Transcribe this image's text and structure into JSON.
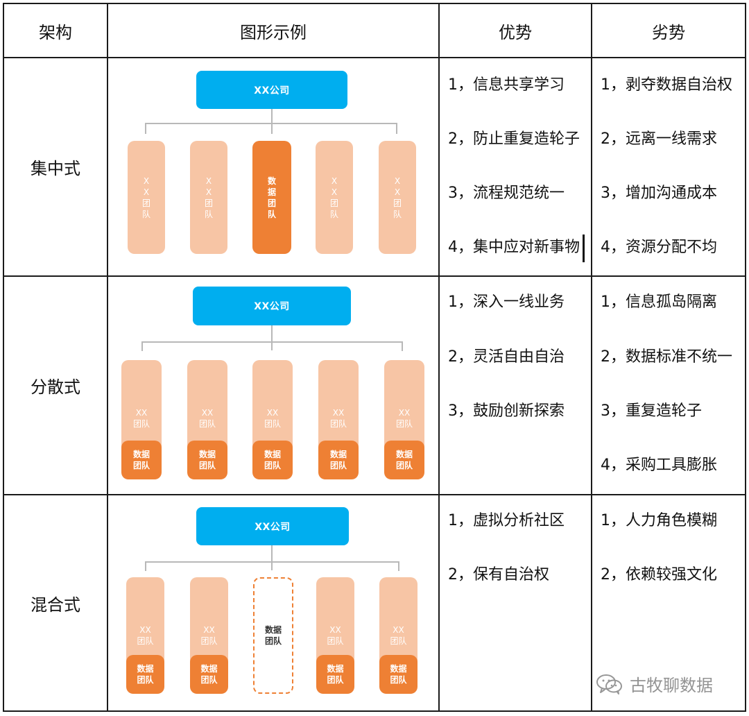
{
  "headers": {
    "arch": "架构",
    "example": "图形示例",
    "advantages": "优势",
    "disadvantages": "劣势"
  },
  "rows": [
    {
      "name": "集中式",
      "diagram": {
        "company": "XX公司",
        "teams": [
          {
            "label": "X\nX\n团\n队"
          },
          {
            "label": "X\nX\n团\n队"
          },
          {
            "label": "数\n据\n团\n队"
          },
          {
            "label": "X\nX\n团\n队"
          },
          {
            "label": "X\nX\n团\n队"
          }
        ]
      },
      "advantages": [
        "1，信息共享学习",
        "2，防止重复造轮子",
        "3，流程规范统一",
        "4，集中应对新事物"
      ],
      "disadvantages": [
        "1，剥夺数据自治权",
        "2，远离一线需求",
        "3，增加沟通成本",
        "4，资源分配不均"
      ]
    },
    {
      "name": "分散式",
      "diagram": {
        "company": "XX公司",
        "teams": [
          {
            "label": "XX\n团队",
            "sub_label": "数据\n团队"
          },
          {
            "label": "XX\n团队",
            "sub_label": "数据\n团队"
          },
          {
            "label": "XX\n团队",
            "sub_label": "数据\n团队"
          },
          {
            "label": "XX\n团队",
            "sub_label": "数据\n团队"
          },
          {
            "label": "XX\n团队",
            "sub_label": "数据\n团队"
          }
        ]
      },
      "advantages": [
        "1，深入一线业务",
        "2，灵活自由自治",
        "3，鼓励创新探索"
      ],
      "disadvantages": [
        "1，信息孤岛隔离",
        "2，数据标准不统一",
        "3，重复造轮子",
        "4，采购工具膨胀"
      ]
    },
    {
      "name": "混合式",
      "diagram": {
        "company": "XX公司",
        "teams": [
          {
            "label": "XX\n团队",
            "sub_label": "数据\n团队"
          },
          {
            "label": "XX\n团队",
            "sub_label": "数据\n团队"
          },
          {
            "label": "数据\n团队"
          },
          {
            "label": "XX\n团队",
            "sub_label": "数据\n团队"
          },
          {
            "label": "XX\n团队",
            "sub_label": "数据\n团队"
          }
        ]
      },
      "advantages": [
        "1，虚拟分析社区",
        "2，保有自治权"
      ],
      "disadvantages": [
        "1，人力角色模糊",
        "2，依赖较强文化"
      ]
    }
  ],
  "watermark": "古牧聊数据",
  "colors": {
    "company_blue": "#00aeef",
    "team_light": "#f7c5a5",
    "team_dark": "#ee8034",
    "connector_gray": "#b8b8b8",
    "grid_black": "#1a1a1a"
  }
}
